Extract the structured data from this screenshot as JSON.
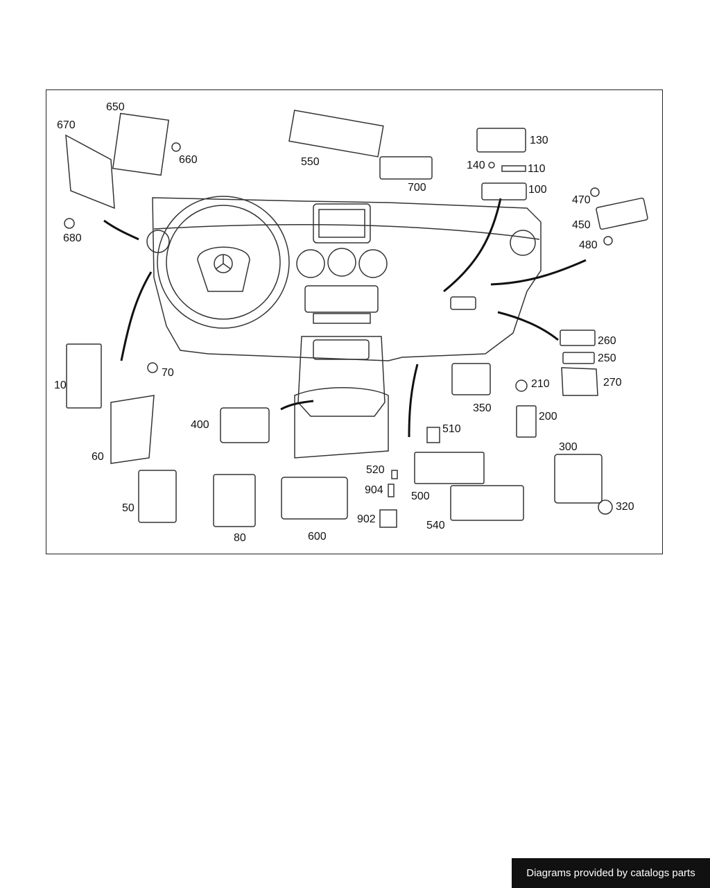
{
  "part_labels": [
    "650",
    "670",
    "660",
    "680",
    "550",
    "700",
    "130",
    "140",
    "110",
    "100",
    "470",
    "450",
    "480",
    "260",
    "250",
    "270",
    "210",
    "200",
    "350",
    "10",
    "70",
    "60",
    "400",
    "510",
    "500",
    "520",
    "904",
    "902",
    "540",
    "300",
    "320",
    "50",
    "80",
    "600"
  ],
  "footer_text": "Diagrams provided by catalogs parts"
}
